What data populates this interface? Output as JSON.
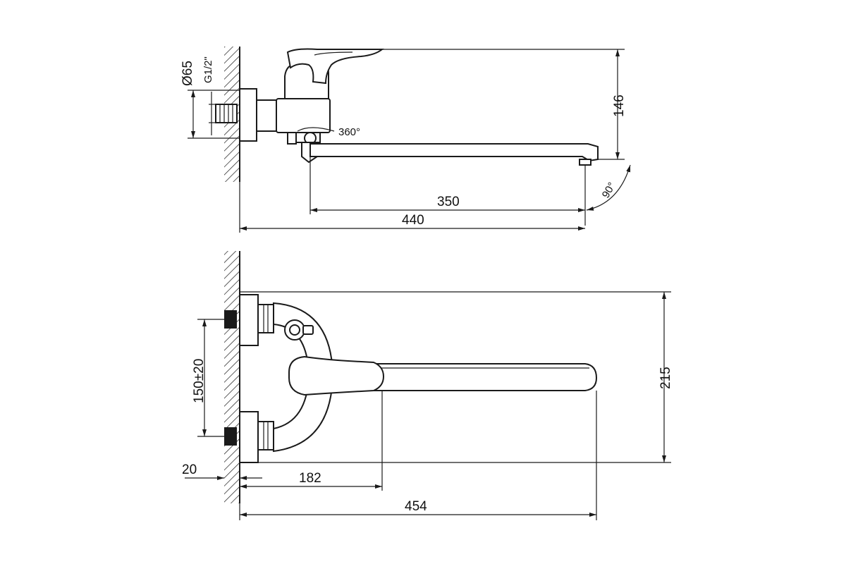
{
  "colors": {
    "line": "#1a1a1a",
    "background": "#ffffff"
  },
  "side_view": {
    "dim_diameter": "Ø65",
    "dim_thread": "G1/2\"",
    "dim_height": "146",
    "dim_rotation": "360°",
    "dim_spout_length": "350",
    "dim_overall_length": "440",
    "dim_angle": "90°"
  },
  "top_view": {
    "dim_centers": "150±20",
    "dim_height": "215",
    "dim_offset": "20",
    "dim_handle_reach": "182",
    "dim_total_length": "454"
  }
}
